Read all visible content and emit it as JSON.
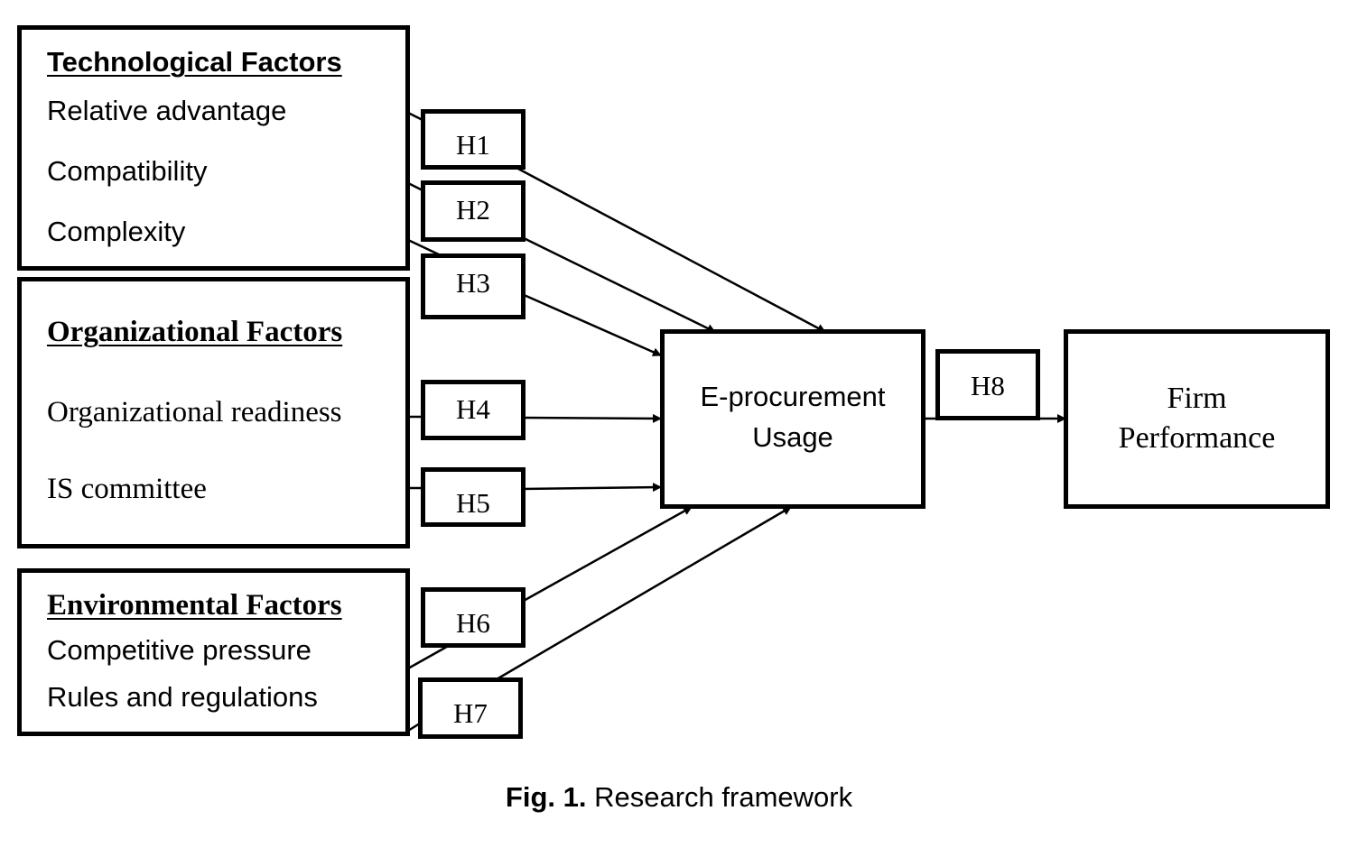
{
  "groups": {
    "technological": {
      "title": "Technological Factors",
      "items": [
        "Relative advantage",
        "Compatibility",
        "Complexity"
      ]
    },
    "organizational": {
      "title": "Organizational Factors",
      "items": [
        "Organizational readiness",
        "IS committee"
      ]
    },
    "environmental": {
      "title": "Environmental Factors",
      "items": [
        "Competitive pressure",
        "Rules and regulations"
      ]
    }
  },
  "hypotheses": [
    "H1",
    "H2",
    "H3",
    "H4",
    "H5",
    "H6",
    "H7",
    "H8"
  ],
  "mediator": {
    "line1": "E-procurement",
    "line2": "Usage"
  },
  "outcome": {
    "line1": "Firm",
    "line2": "Performance"
  },
  "caption": {
    "label": "Fig. 1.",
    "text": "Research framework"
  }
}
